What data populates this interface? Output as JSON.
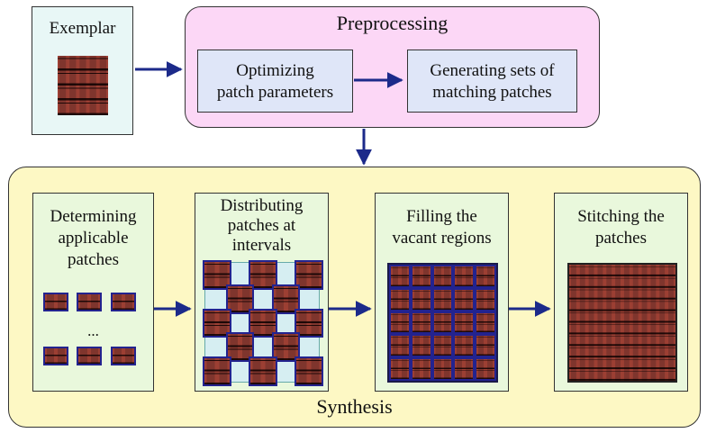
{
  "exemplar": {
    "label": "Exemplar"
  },
  "preprocessing": {
    "title": "Preprocessing",
    "step1": [
      "Optimizing",
      "patch parameters"
    ],
    "step2": [
      "Generating sets of",
      "matching patches"
    ]
  },
  "synthesis": {
    "title": "Synthesis",
    "step1": [
      "Determining",
      "applicable",
      "patches"
    ],
    "step1_ellipsis": "...",
    "step2": [
      "Distributing",
      "patches at",
      "intervals"
    ],
    "step3": [
      "Filling the",
      "vacant regions"
    ],
    "step4": [
      "Stitching the",
      "patches"
    ]
  },
  "colors": {
    "exemplar_bg": "#e8f7f6",
    "preprocessing_bg": "#fcd7f6",
    "synthesis_bg": "#fdf8c4",
    "blue_step_bg": "#dfe6f8",
    "green_step_bg": "#e9f8dc",
    "arrow": "#1c2a8a",
    "facade_brick": "#9c3f33",
    "patch_border": "#23238f"
  }
}
